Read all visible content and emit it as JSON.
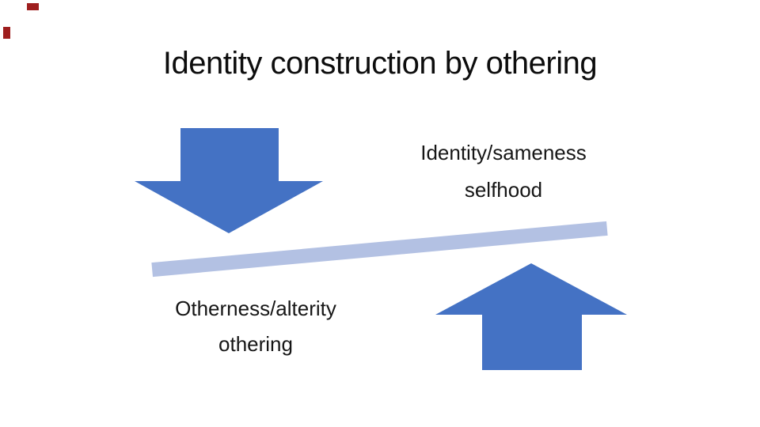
{
  "slide": {
    "title": "Identity construction by othering",
    "identity_label": {
      "line1": "Identity/sameness",
      "line2": "selfhood"
    },
    "otherness_label": {
      "line1": "Otherness/alterity",
      "line2": "othering"
    },
    "colors": {
      "background": "#FFFFFF",
      "title_text": "#0D0D0D",
      "body_text": "#161616",
      "arrow_blue": "#4472C4",
      "bar_light_blue": "#B3C1E3",
      "corner_mark_red": "#9E1E1E"
    }
  }
}
